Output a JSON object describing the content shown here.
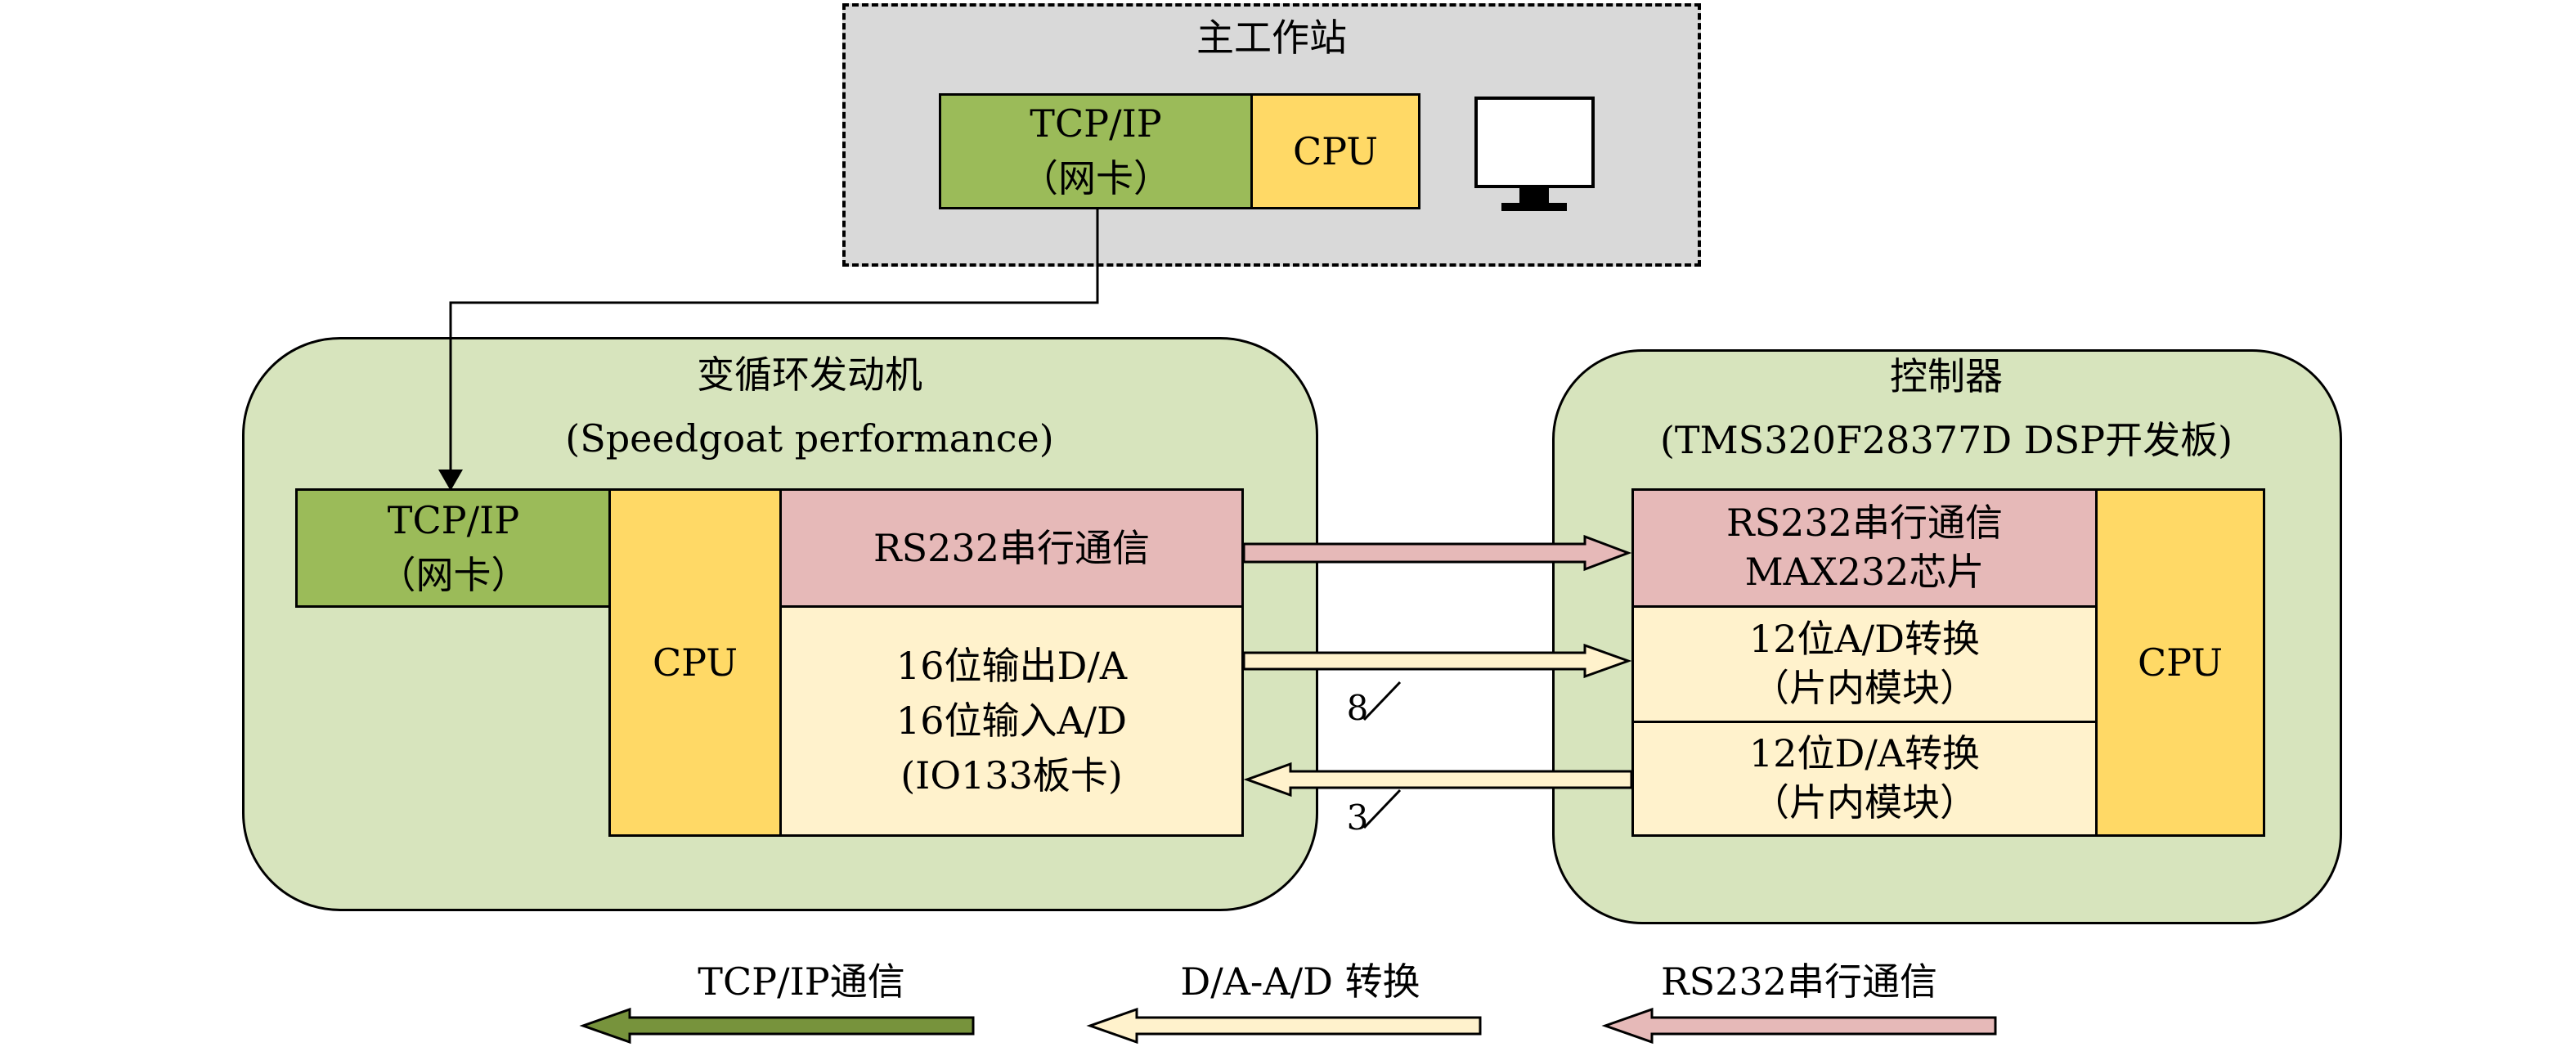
{
  "workstation": {
    "title": "主工作站",
    "tcp_line1": "TCP/IP",
    "tcp_line2": "（网卡）",
    "cpu": "CPU"
  },
  "engine": {
    "title_line1": "变循环发动机",
    "title_line2": "(Speedgoat performance)",
    "tcp_line1": "TCP/IP",
    "tcp_line2": "（网卡）",
    "cpu": "CPU",
    "rs232": "RS232串行通信",
    "io_line1": "16位输出D/A",
    "io_line2": "16位输入A/D",
    "io_line3": "(IO133板卡)"
  },
  "controller": {
    "title_line1": "控制器",
    "title_line2": "(TMS320F28377D DSP开发板)",
    "rs232_line1": "RS232串行通信",
    "rs232_line2": "MAX232芯片",
    "ad_line1": "12位A/D转换",
    "ad_line2": "（片内模块）",
    "da_line1": "12位D/A转换",
    "da_line2": "（片内模块）",
    "cpu": "CPU"
  },
  "links": {
    "da_channels": "8",
    "ad_channels": "3"
  },
  "legend": [
    {
      "label": "TCP/IP通信",
      "color": "#77933C"
    },
    {
      "label": "D/A-A/D 转换",
      "color": "#FFF2CC"
    },
    {
      "label": "RS232串行通信",
      "color": "#E6B9B8"
    }
  ],
  "colors": {
    "panel": "#D7E4BD",
    "workstation_bg": "#D9D9D9",
    "green": "#9BBB59",
    "yellow": "#FFD966",
    "pink": "#E6B9B8",
    "cream": "#FFF2CC"
  }
}
